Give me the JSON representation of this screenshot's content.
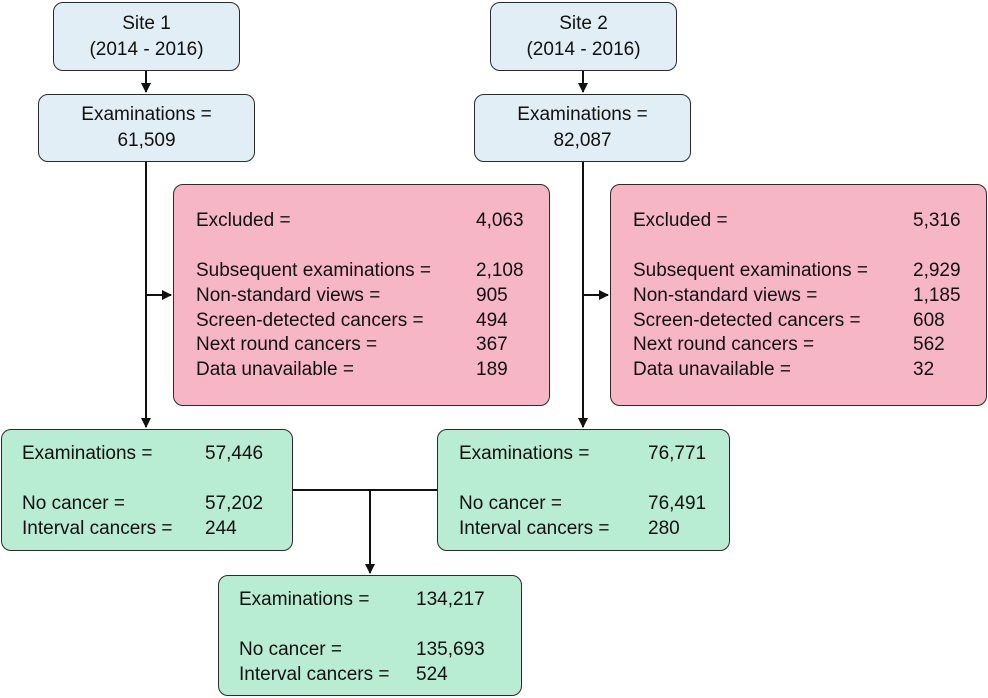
{
  "site1": {
    "name": "Site 1",
    "years": "(2014 - 2016)",
    "exams_label": "Examinations =",
    "exams_value": "61,509",
    "excluded": {
      "header_label": "Excluded =",
      "header_value": "4,063",
      "items": [
        {
          "label": "Subsequent examinations =",
          "value": "2,108"
        },
        {
          "label": "Non-standard views =",
          "value": "905"
        },
        {
          "label": "Screen-detected cancers =",
          "value": "494"
        },
        {
          "label": "Next round cancers =",
          "value": "367"
        },
        {
          "label": "Data unavailable =",
          "value": "189"
        }
      ]
    },
    "result": {
      "exams_label": "Examinations =",
      "exams_value": "57,446",
      "no_cancer_label": "No cancer =",
      "no_cancer_value": "57,202",
      "interval_label": "Interval cancers =",
      "interval_value": "244"
    }
  },
  "site2": {
    "name": "Site 2",
    "years": "(2014 - 2016)",
    "exams_label": "Examinations =",
    "exams_value": "82,087",
    "excluded": {
      "header_label": "Excluded =",
      "header_value": "5,316",
      "items": [
        {
          "label": "Subsequent examinations =",
          "value": "2,929"
        },
        {
          "label": "Non-standard views =",
          "value": "1,185"
        },
        {
          "label": "Screen-detected cancers =",
          "value": "608"
        },
        {
          "label": "Next round cancers =",
          "value": "562"
        },
        {
          "label": "Data unavailable =",
          "value": "32"
        }
      ]
    },
    "result": {
      "exams_label": "Examinations =",
      "exams_value": "76,771",
      "no_cancer_label": "No cancer =",
      "no_cancer_value": "76,491",
      "interval_label": "Interval cancers =",
      "interval_value": "280"
    }
  },
  "combined": {
    "exams_label": "Examinations =",
    "exams_value": "134,217",
    "no_cancer_label": "No cancer =",
    "no_cancer_value": "135,693",
    "interval_label": "Interval cancers =",
    "interval_value": "524"
  },
  "colors": {
    "source_fill": "#e1eef5",
    "excluded_fill": "#f7b6c6",
    "result_fill": "#b8ecd3",
    "stroke": "#2b2b2b"
  }
}
